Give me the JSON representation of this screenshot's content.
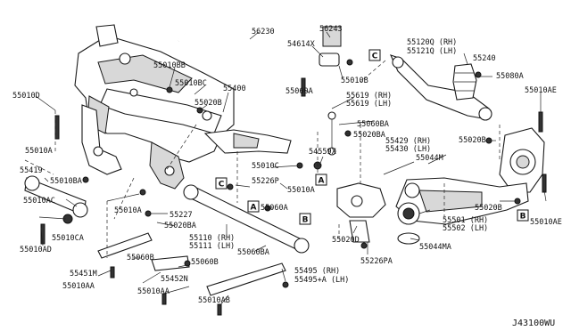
{
  "diagram": {
    "code": "J43100WU",
    "callouts": [
      "A",
      "B",
      "C"
    ],
    "labels": {
      "p55010D": "55010D",
      "p55010BB": "55010BB",
      "p55010BC": "55010BC",
      "p55020B_top": "55020B",
      "p55400": "55400",
      "p56230": "56230",
      "p56243": "56243",
      "p54614X": "54614X",
      "p55010B": "55010B",
      "p55060A_top": "55060A",
      "p55619": "55619 (RH)",
      "p55619lh": "55619 (LH)",
      "p55060BA_top": "55060BA",
      "p55020BA": "55020BA",
      "p55120Q": "55120Q (RH)",
      "p55121Q": "55121Q (LH)",
      "p55240": "55240",
      "p55080A": "55080A",
      "p55010AE_top": "55010AE",
      "p55020B_right": "55020B",
      "p55429": "55429 (RH)",
      "p55430": "55430 (LH)",
      "p55044M": "55044M",
      "p54559X": "54559X",
      "p55010A_left": "55010A",
      "p55419": "55419",
      "p55010BA": "55010BA",
      "p55010AC": "55010AC",
      "p55010CA": "55010CA",
      "p55010AD": "55010AD",
      "p55010A_mid": "55010A",
      "p55227": "55227",
      "p55020BA_mid": "55020BA",
      "p55010C": "55010C",
      "p55226P": "55226P",
      "p55010A_right": "55010A",
      "p55060A_mid": "55060A",
      "p55110": "55110 (RH)",
      "p55111": "55111 (LH)",
      "p55060BA_mid": "55060BA",
      "p55060B": "55060B",
      "p55060B_b": "55060B",
      "p55451M": "55451M",
      "p55452N": "55452N",
      "p55010AA_a": "55010AA",
      "p55010AA_b": "55010AA",
      "p55010AB": "55010AB",
      "p55495": "55495 (RH)",
      "p55495lh": "55495+A (LH)",
      "p55020D": "55020D",
      "p55226PA": "55226PA",
      "p55044MA": "55044MA",
      "p55501": "55501 (RH)",
      "p55502": "55502 (LH)",
      "p55020B_low": "55020B",
      "p55010AE_low": "55010AE"
    }
  }
}
